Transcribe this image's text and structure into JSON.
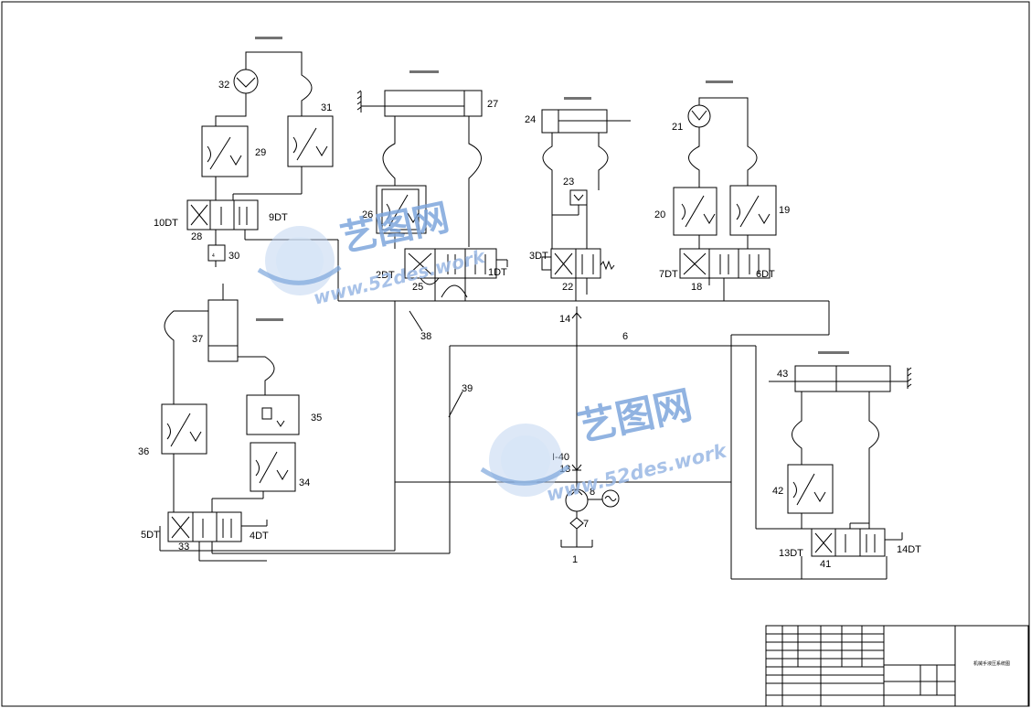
{
  "labels": {
    "n1": "1",
    "n6": "6",
    "n7": "7",
    "n8": "8",
    "n13": "13",
    "n14": "14",
    "n18": "18",
    "n19": "19",
    "n20": "20",
    "n21": "21",
    "n22": "22",
    "n23": "23",
    "n24": "24",
    "n25": "25",
    "n26": "26",
    "n27": "27",
    "n28": "28",
    "n29": "29",
    "n30": "30",
    "n31": "31",
    "n32": "32",
    "n33": "33",
    "n34": "34",
    "n35": "35",
    "n36": "36",
    "n37": "37",
    "n38": "38",
    "n39": "39",
    "n41": "41",
    "n42": "42",
    "n43": "43",
    "i40": "I-40",
    "dt1": "1DT",
    "dt2": "2DT",
    "dt3": "3DT",
    "dt4": "4DT",
    "dt5": "5DT",
    "dt6": "6DT",
    "dt7": "7DT",
    "dt9": "9DT",
    "dt10": "10DT",
    "dt13": "13DT",
    "dt14": "14DT",
    "val30": "4"
  },
  "watermark": {
    "brand": "艺图网",
    "url": "www.52des.work"
  },
  "title_block": {
    "drawing_title": "机械手液压系统图"
  },
  "colors": {
    "line": "#000000",
    "watermark": "#7ea6dc"
  }
}
